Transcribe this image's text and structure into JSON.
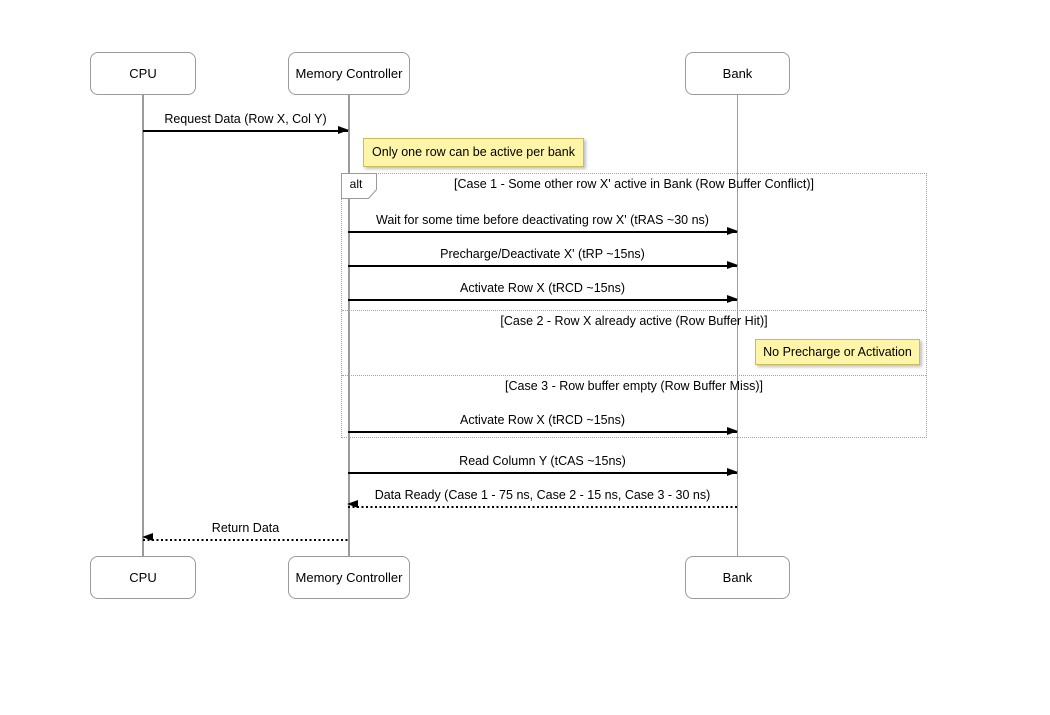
{
  "diagram": {
    "type": "sequence-diagram",
    "topic": "DRAM row buffer access cases",
    "colors": {
      "background": "#ffffff",
      "note_fill": "#fff5a8",
      "note_border": "#cbbc53",
      "box_border": "#9a9a9a",
      "lifeline": "#9b9b9b",
      "frame_border": "#a3a3a3",
      "arrow": "#000000"
    },
    "actors": [
      {
        "id": "cpu",
        "label": "CPU"
      },
      {
        "id": "memory-controller",
        "label": "Memory Controller"
      },
      {
        "id": "bank",
        "label": "Bank"
      }
    ],
    "notes": [
      {
        "text": "Only one row can be active per bank"
      },
      {
        "text": "No Precharge or Activation"
      }
    ],
    "alt_frame": {
      "label": "alt",
      "cases": [
        {
          "guard": "[Case 1 - Some other row X' active in Bank (Row Buffer Conflict)]"
        },
        {
          "guard": "[Case 2 - Row X already active (Row Buffer Hit)]"
        },
        {
          "guard": "[Case 3 - Row buffer empty (Row Buffer Miss)]"
        }
      ]
    },
    "messages": [
      {
        "text": "Request Data (Row X, Col Y)",
        "from": "CPU",
        "to": "Memory Controller",
        "style": "solid"
      },
      {
        "text": "Wait for some time before deactivating row X' (tRAS ~30 ns)",
        "from": "Memory Controller",
        "to": "Bank",
        "style": "solid"
      },
      {
        "text": "Precharge/Deactivate X' (tRP ~15ns)",
        "from": "Memory Controller",
        "to": "Bank",
        "style": "solid"
      },
      {
        "text": "Activate Row X (tRCD ~15ns)",
        "from": "Memory Controller",
        "to": "Bank",
        "style": "solid"
      },
      {
        "text": "Activate Row X (tRCD ~15ns)",
        "from": "Memory Controller",
        "to": "Bank",
        "style": "solid"
      },
      {
        "text": "Read Column Y (tCAS ~15ns)",
        "from": "Memory Controller",
        "to": "Bank",
        "style": "solid"
      },
      {
        "text": "Data Ready (Case 1 - 75 ns, Case 2 - 15 ns, Case 3 - 30 ns)",
        "from": "Bank",
        "to": "Memory Controller",
        "style": "dotted"
      },
      {
        "text": "Return Data",
        "from": "Memory Controller",
        "to": "CPU",
        "style": "dotted"
      }
    ]
  }
}
